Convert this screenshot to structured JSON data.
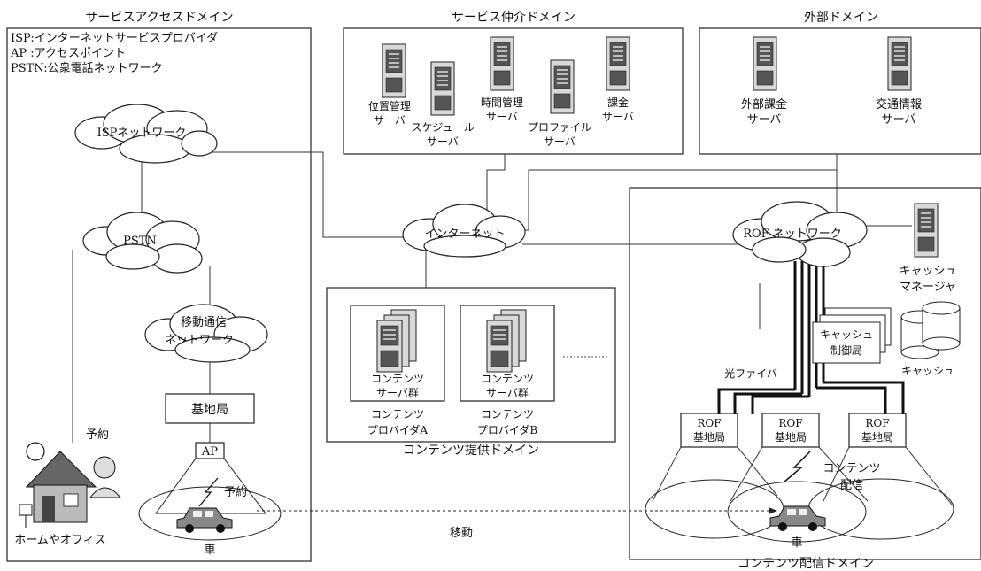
{
  "domains": {
    "service_access": "サービスアクセスドメイン",
    "service_broker": "サービス仲介ドメイン",
    "external": "外部ドメイン",
    "content_provision": "コンテンツ提供ドメイン",
    "content_delivery": "コンテンツ配信ドメイン"
  },
  "legend": {
    "isp": "ISP:インターネットサービスプロバイダ",
    "ap": "AP :アクセスポイント",
    "pstn": "PSTN:公衆電話ネットワーク"
  },
  "clouds": {
    "isp_network": "ISPネットワーク",
    "pstn": "PSTN",
    "mobile_network_line1": "移動通信",
    "mobile_network_line2": "ネットワーク",
    "internet": "インターネット",
    "rof_network": "ROF ネットワーク"
  },
  "servers": {
    "location_line1": "位置管理",
    "location_line2": "サーバ",
    "schedule_line1": "スケジュール",
    "schedule_line2": "サーバ",
    "time_line1": "時間管理",
    "time_line2": "サーバ",
    "profile_line1": "プロファイル",
    "profile_line2": "サーバ",
    "billing_line1": "課金",
    "billing_line2": "サーバ",
    "ext_billing_line1": "外部課金",
    "ext_billing_line2": "サーバ",
    "traffic_line1": "交通情報",
    "traffic_line2": "サーバ",
    "cache_manager_line1": "キャッシュ",
    "cache_manager_line2": "マネージャ"
  },
  "content": {
    "group_a_line1": "コンテンツ",
    "group_a_line2": "サーバ群",
    "group_b_line1": "コンテンツ",
    "group_b_line2": "サーバ群",
    "provider_a_line1": "コンテンツ",
    "provider_a_line2": "プロバイダA",
    "provider_b_line1": "コンテンツ",
    "provider_b_line2": "プロバイダB"
  },
  "access": {
    "base_station": "基地局",
    "ap": "AP",
    "reserve_home": "予約",
    "reserve_car": "予約",
    "car": "車",
    "home_office": "ホームやオフィス",
    "move": "移動"
  },
  "delivery": {
    "cache_control_line1": "キャッシュ",
    "cache_control_line2": "制御局",
    "cache": "キャッシュ",
    "fiber": "光ファイバ",
    "rof1_line1": "ROF",
    "rof1_line2": "基地局",
    "rof2_line1": "ROF",
    "rof2_line2": "基地局",
    "rof3_line1": "ROF",
    "rof3_line2": "基地局",
    "content_delivery_line1": "コンテンツ",
    "content_delivery_line2": "配信",
    "car": "車"
  },
  "icons": [
    "server-icon",
    "cloud-icon",
    "house-icon",
    "car-icon",
    "lightning-icon",
    "database-icon",
    "person-icon"
  ]
}
